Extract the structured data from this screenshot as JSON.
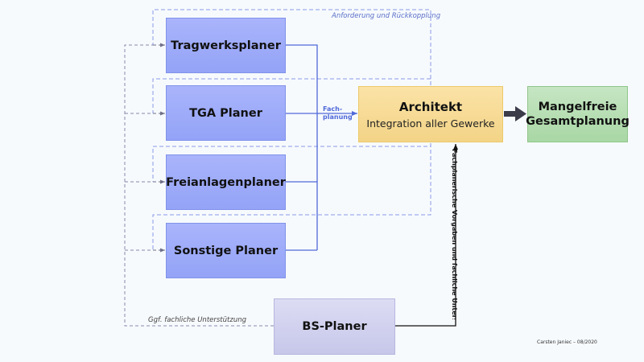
{
  "planners": [
    {
      "id": "tragwerk",
      "label": "Tragwerksplaner"
    },
    {
      "id": "tga",
      "label": "TGA Planer"
    },
    {
      "id": "freianlagen",
      "label": "Freianlagenplaner"
    },
    {
      "id": "sonstige",
      "label": "Sonstige Planer"
    }
  ],
  "architect": {
    "title": "Architekt",
    "subtitle": "Integration aller Gewerke"
  },
  "result": {
    "line1": "Mangelfreie",
    "line2": "Gesamtplanung"
  },
  "bs_planer": {
    "label": "BS-Planer"
  },
  "labels": {
    "feedback": "Anforderung und Rückkopplung",
    "fachplanung_1": "Fach-",
    "fachplanung_2": "planung",
    "optional_support": "Ggf. fachliche Unterstützung",
    "vertical_support": "Fachplanerische Vorgaben und fachliche Unterstützung",
    "credit": "Carsten Janiec – 08/2020"
  },
  "colors": {
    "planner_fill": "#a0adf9",
    "architect_fill": "#f8dc98",
    "result_fill": "#b8dfb4",
    "bs_fill": "#d2d2ef",
    "flow_line": "#4f69d9",
    "dashed_feedback": "#8a9ae8",
    "dashed_support": "#8888aa",
    "arrow_dark": "#3b3b4a"
  }
}
